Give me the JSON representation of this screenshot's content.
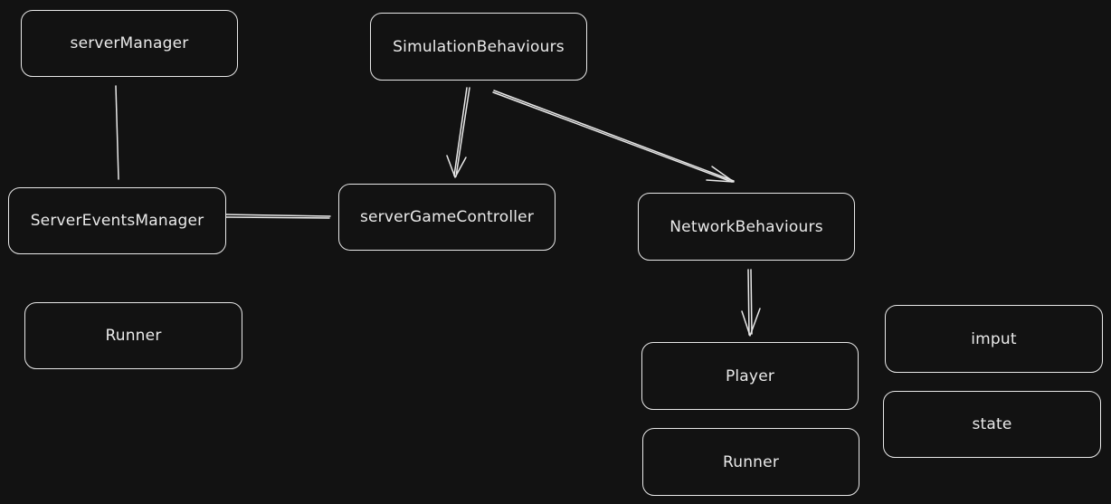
{
  "diagram": {
    "background_color": "#121212",
    "stroke_color": "#e8e8e8",
    "nodes": {
      "server_manager": "serverManager",
      "simulation_behaviours": "SimulationBehaviours",
      "server_events_manager": "ServerEventsManager",
      "server_game_controller": "serverGameController",
      "network_behaviours": "NetworkBehaviours",
      "runner_left": "Runner",
      "player": "Player",
      "imput": "imput",
      "state": "state",
      "runner_right": "Runner"
    },
    "edges": [
      {
        "from": "serverManager",
        "to": "ServerEventsManager",
        "type": "line"
      },
      {
        "from": "ServerEventsManager",
        "to": "serverGameController",
        "type": "line"
      },
      {
        "from": "SimulationBehaviours",
        "to": "serverGameController",
        "type": "arrow"
      },
      {
        "from": "SimulationBehaviours",
        "to": "NetworkBehaviours",
        "type": "arrow"
      },
      {
        "from": "NetworkBehaviours",
        "to": "Player",
        "type": "arrow"
      }
    ]
  }
}
